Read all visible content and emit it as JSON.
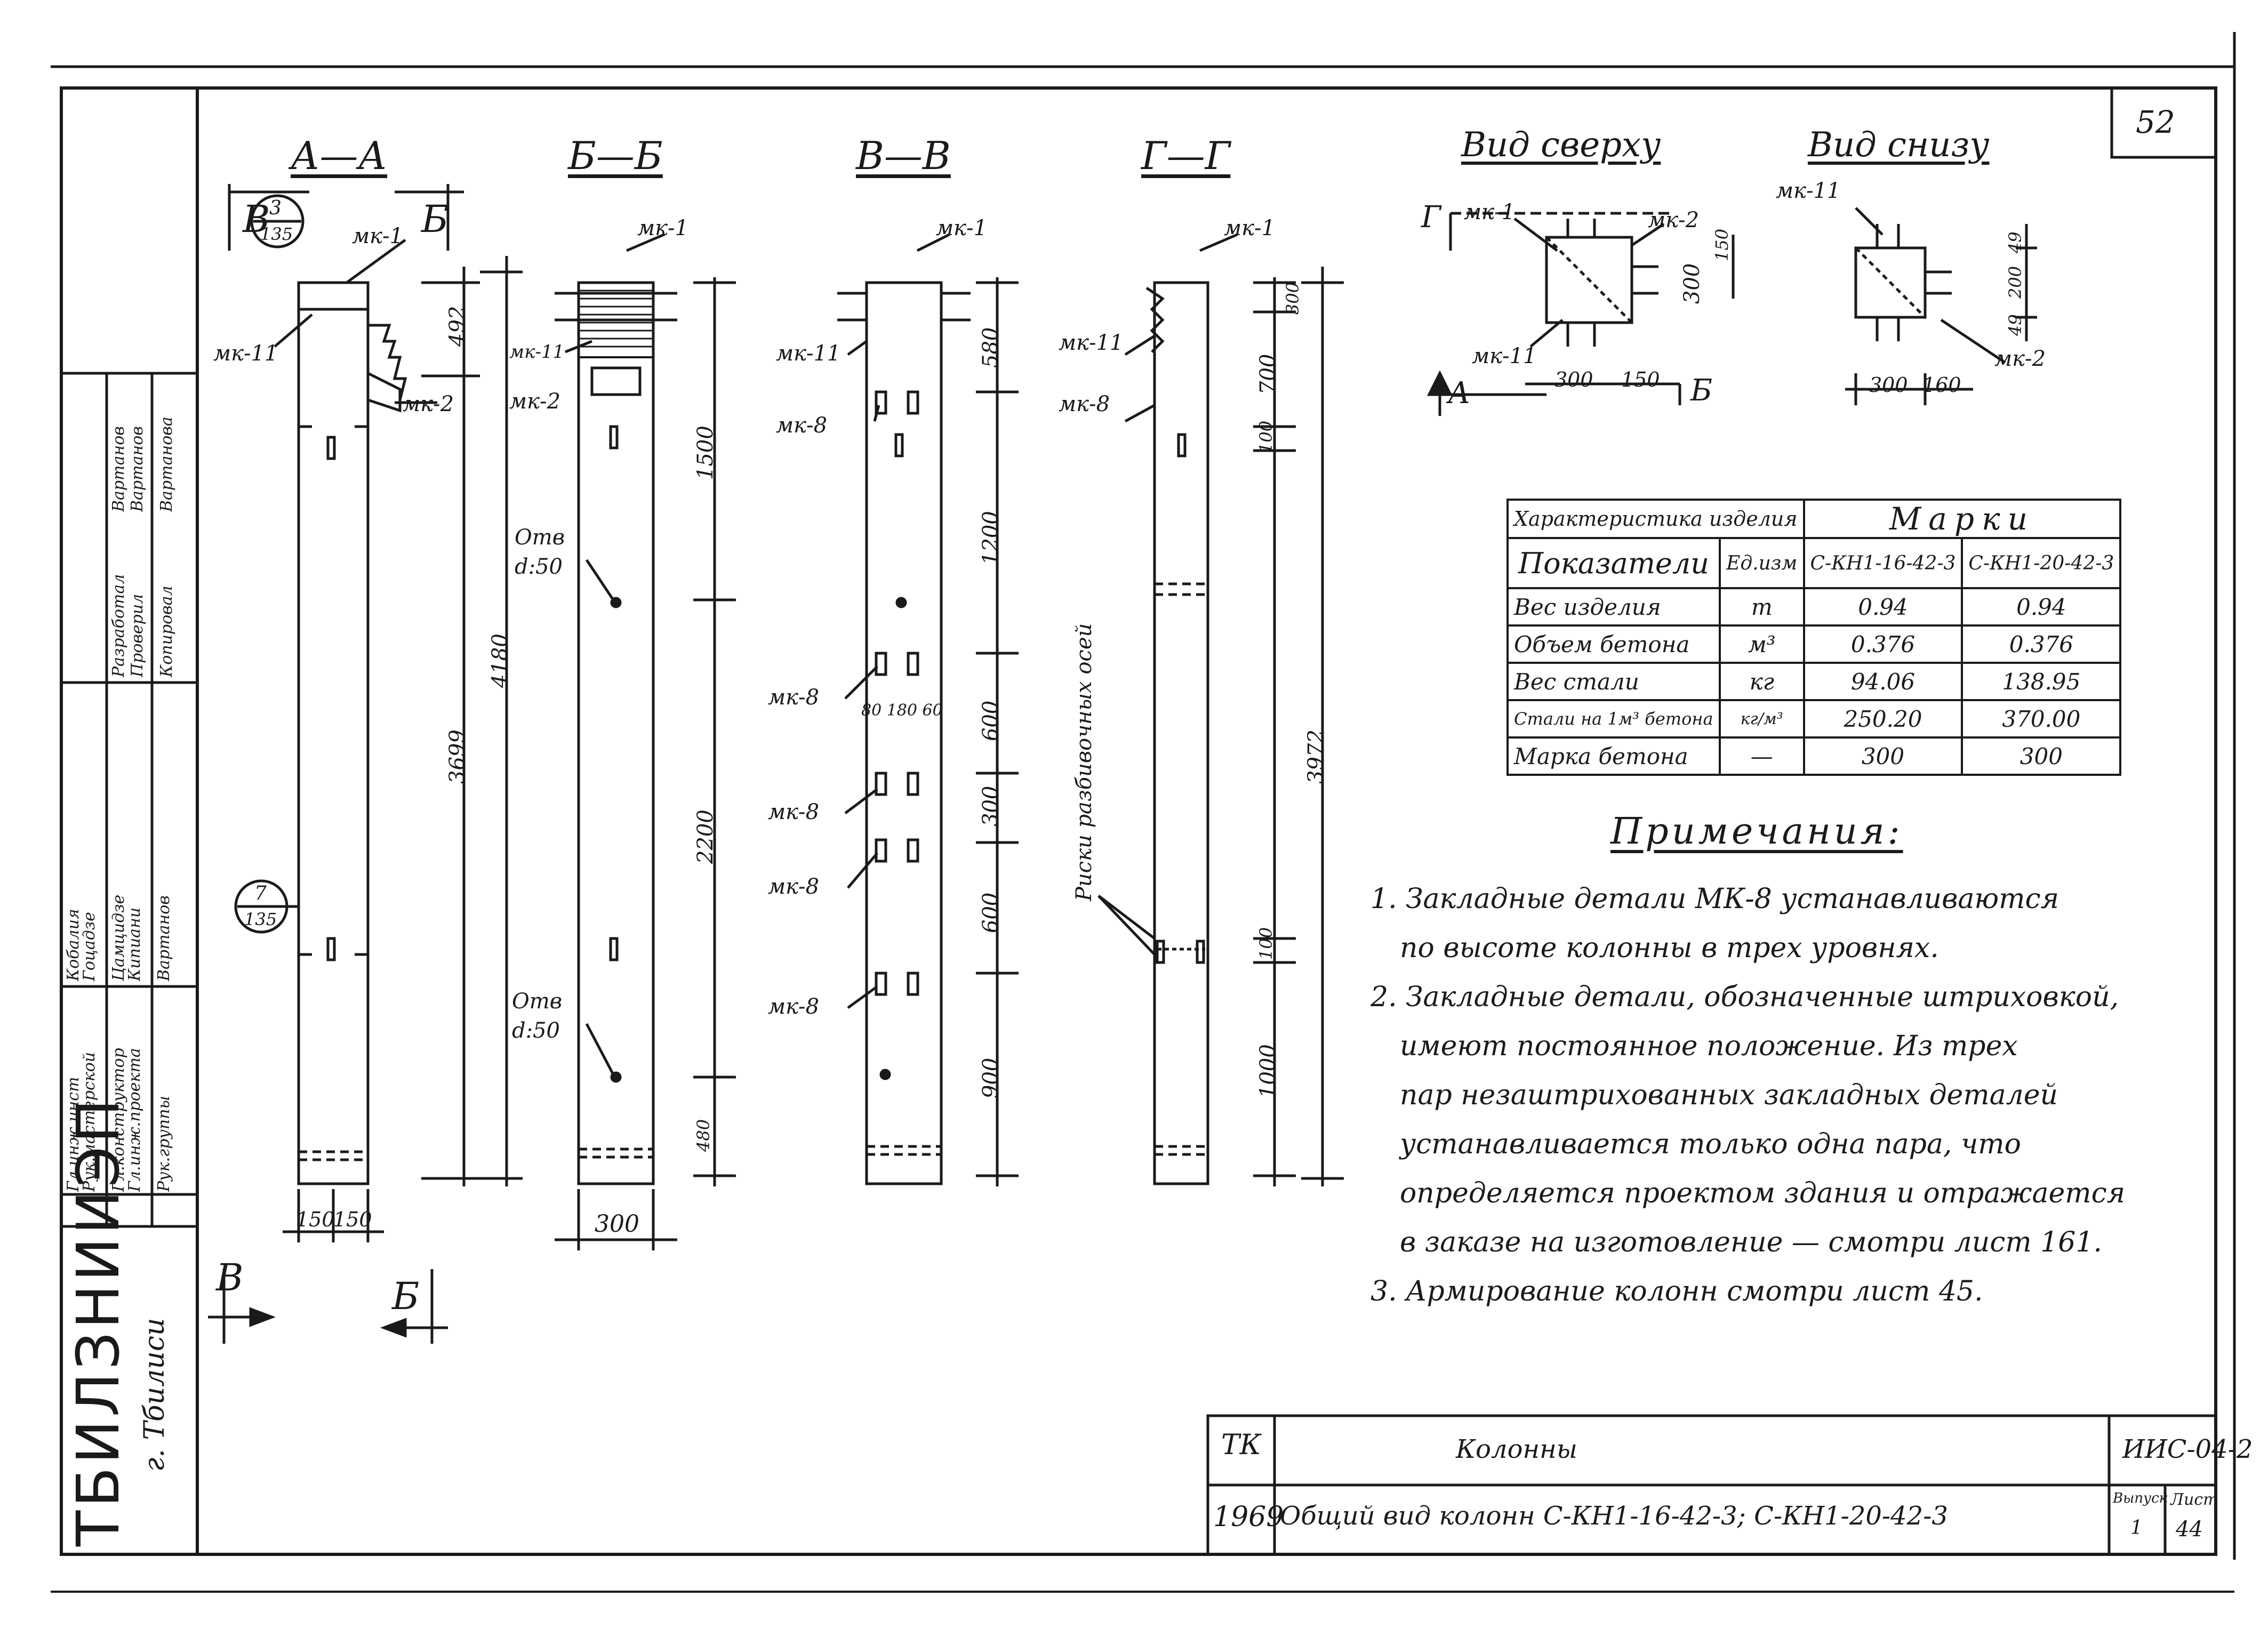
{
  "sheet_number": "52",
  "sections": {
    "aa": "А—А",
    "bb": "Б—Б",
    "vv": "В—В",
    "gg": "Г—Г"
  },
  "views": {
    "top_title": "Вид сверху",
    "bottom_title": "Вид снизу"
  },
  "marks": {
    "mk1": "мк-1",
    "mk2": "мк-2",
    "mk8": "мк-8",
    "mk11": "мк-11",
    "mk2_upper": "МК-2"
  },
  "section_cuts": {
    "a": "А",
    "b": "Б",
    "v": "В",
    "g": "Г"
  },
  "callouts": {
    "c1_top": "3",
    "c1_bottom": "135",
    "c2_top": "7",
    "c2_bottom": "135"
  },
  "holes": {
    "label": "Отв",
    "diameter": "d:50"
  },
  "rebar_axes_label": "Риски разбивочных осей",
  "dimensions": {
    "aa_492": "492",
    "aa_3699": "3699",
    "aa_4180": "4180",
    "aa_w1": "150",
    "aa_w2": "150",
    "bb_1500": "1500",
    "bb_2200": "2200",
    "bb_480": "480",
    "bb_300": "300",
    "vv_580": "580",
    "vv_1200": "1200",
    "vv_600a": "600",
    "vv_300": "300",
    "vv_600b": "600",
    "vv_900": "900",
    "vv_inline": "80 180 60",
    "gg_300": "300",
    "gg_700": "700",
    "gg_100a": "100",
    "gg_3972": "3972",
    "gg_100b": "100",
    "gg_1000": "1000",
    "top_300": "300",
    "top_150": "150",
    "top_300v": "300",
    "top_150v": "150",
    "bot_300": "300",
    "bot_160": "160",
    "bot_49a": "49",
    "bot_200": "200",
    "bot_49b": "49"
  },
  "table": {
    "header_char": "Характеристика изделия",
    "header_marks": "Марки",
    "col_param": "Показатели",
    "col_unit": "Ед.изм",
    "col_mark1": "С-КН1-16-42-3",
    "col_mark2": "С-КН1-20-42-3",
    "rows": [
      {
        "name": "Вес изделия",
        "unit": "т",
        "v1": "0.94",
        "v2": "0.94"
      },
      {
        "name": "Объем бетона",
        "unit": "м³",
        "v1": "0.376",
        "v2": "0.376"
      },
      {
        "name": "Вес стали",
        "unit": "кг",
        "v1": "94.06",
        "v2": "138.95"
      },
      {
        "name": "Стали на 1м³ бетона",
        "unit": "кг/м³",
        "v1": "250.20",
        "v2": "370.00"
      },
      {
        "name": "Марка бетона",
        "unit": "—",
        "v1": "300",
        "v2": "300"
      }
    ]
  },
  "notes": {
    "title": "Примечания:",
    "lines": [
      "1. Закладные детали МК-8 устанавливаются",
      "по высоте колонны в трех уровнях.",
      "2. Закладные детали, обозначенные штриховкой,",
      "имеют постоянное положение. Из трех",
      "пар незаштрихованных закладных деталей",
      "устанавливается только одна пара, что",
      "определяется проектом здания и отражается",
      "в заказе на изготовление — смотри лист 161.",
      "3. Армирование колонн смотри лист 45."
    ]
  },
  "title_block": {
    "code_tk": "ТК",
    "object": "Колонны",
    "series": "ИИС-04-2",
    "year": "1969",
    "sheet_title": "Общий вид колонн С-КН1-16-42-3; С-КН1-20-42-3",
    "issue_label": "Выпуск",
    "issue": "1",
    "sheet_label": "Лист",
    "sheet": "44"
  },
  "organization": {
    "name": "ТБИЛЗНИИЭП",
    "city": "г. Тбилиси"
  },
  "staff": [
    {
      "role": "Гл.инж.инст",
      "name": "Кобалия"
    },
    {
      "role": "Рук.мастерской",
      "name": "Гоцадзе"
    },
    {
      "role": "Гл.конструктор",
      "name": "Цамцидзе"
    },
    {
      "role": "Гл.инж.проекта",
      "name": "Кипиани"
    },
    {
      "role": "Рук.группы",
      "name": "Вартанов"
    },
    {
      "role": "Разработал",
      "name": "Вартанов"
    },
    {
      "role": "Проверил",
      "name": "Вартанов"
    },
    {
      "role": "Копировал",
      "name": "Вартанова"
    }
  ]
}
